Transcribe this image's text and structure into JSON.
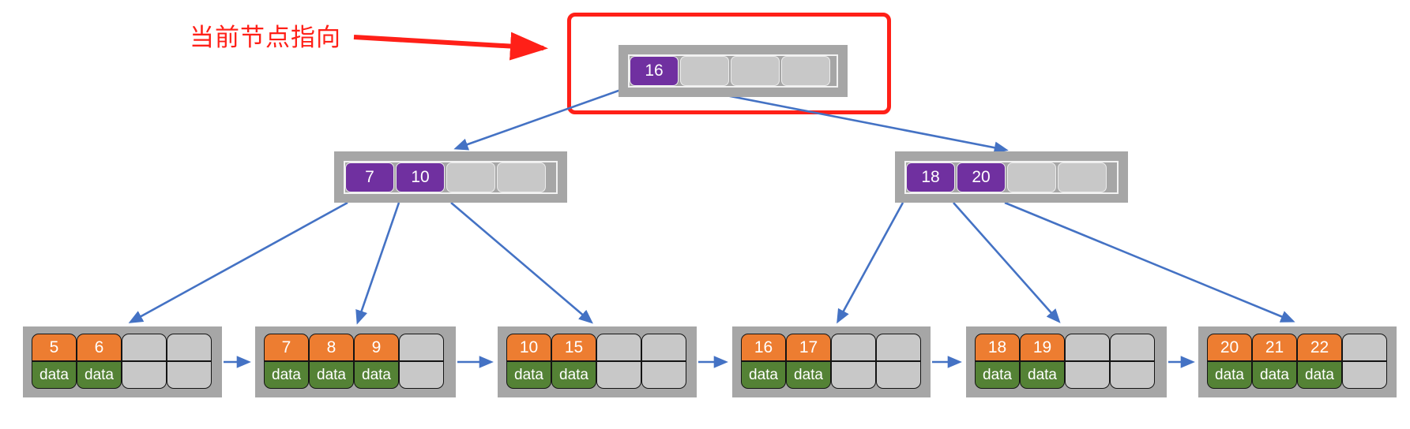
{
  "annotation": {
    "label": "当前节点指向"
  },
  "leaf_data_label": "data",
  "colors": {
    "key_highlight": "#7030A0",
    "leaf_key": "#ED7D31",
    "leaf_data": "#548235",
    "node_frame": "#A6A6A6",
    "empty_cell": "#C8C8C8",
    "arrow": "#4472C4",
    "annotation": "#FF2018"
  },
  "tree": {
    "root": {
      "id": "root",
      "keys": [
        "16"
      ],
      "slots": 4
    },
    "internal_nodes": [
      {
        "id": "internal-left",
        "keys": [
          "7",
          "10"
        ],
        "slots": 4
      },
      {
        "id": "internal-right",
        "keys": [
          "18",
          "20"
        ],
        "slots": 4
      }
    ],
    "leaf_nodes": [
      {
        "id": "leaf-1",
        "keys": [
          "5",
          "6"
        ],
        "slots": 4
      },
      {
        "id": "leaf-2",
        "keys": [
          "7",
          "8",
          "9"
        ],
        "slots": 4
      },
      {
        "id": "leaf-3",
        "keys": [
          "10",
          "15"
        ],
        "slots": 4
      },
      {
        "id": "leaf-4",
        "keys": [
          "16",
          "17"
        ],
        "slots": 4
      },
      {
        "id": "leaf-5",
        "keys": [
          "18",
          "19"
        ],
        "slots": 4
      },
      {
        "id": "leaf-6",
        "keys": [
          "20",
          "21",
          "22"
        ],
        "slots": 4
      }
    ]
  }
}
